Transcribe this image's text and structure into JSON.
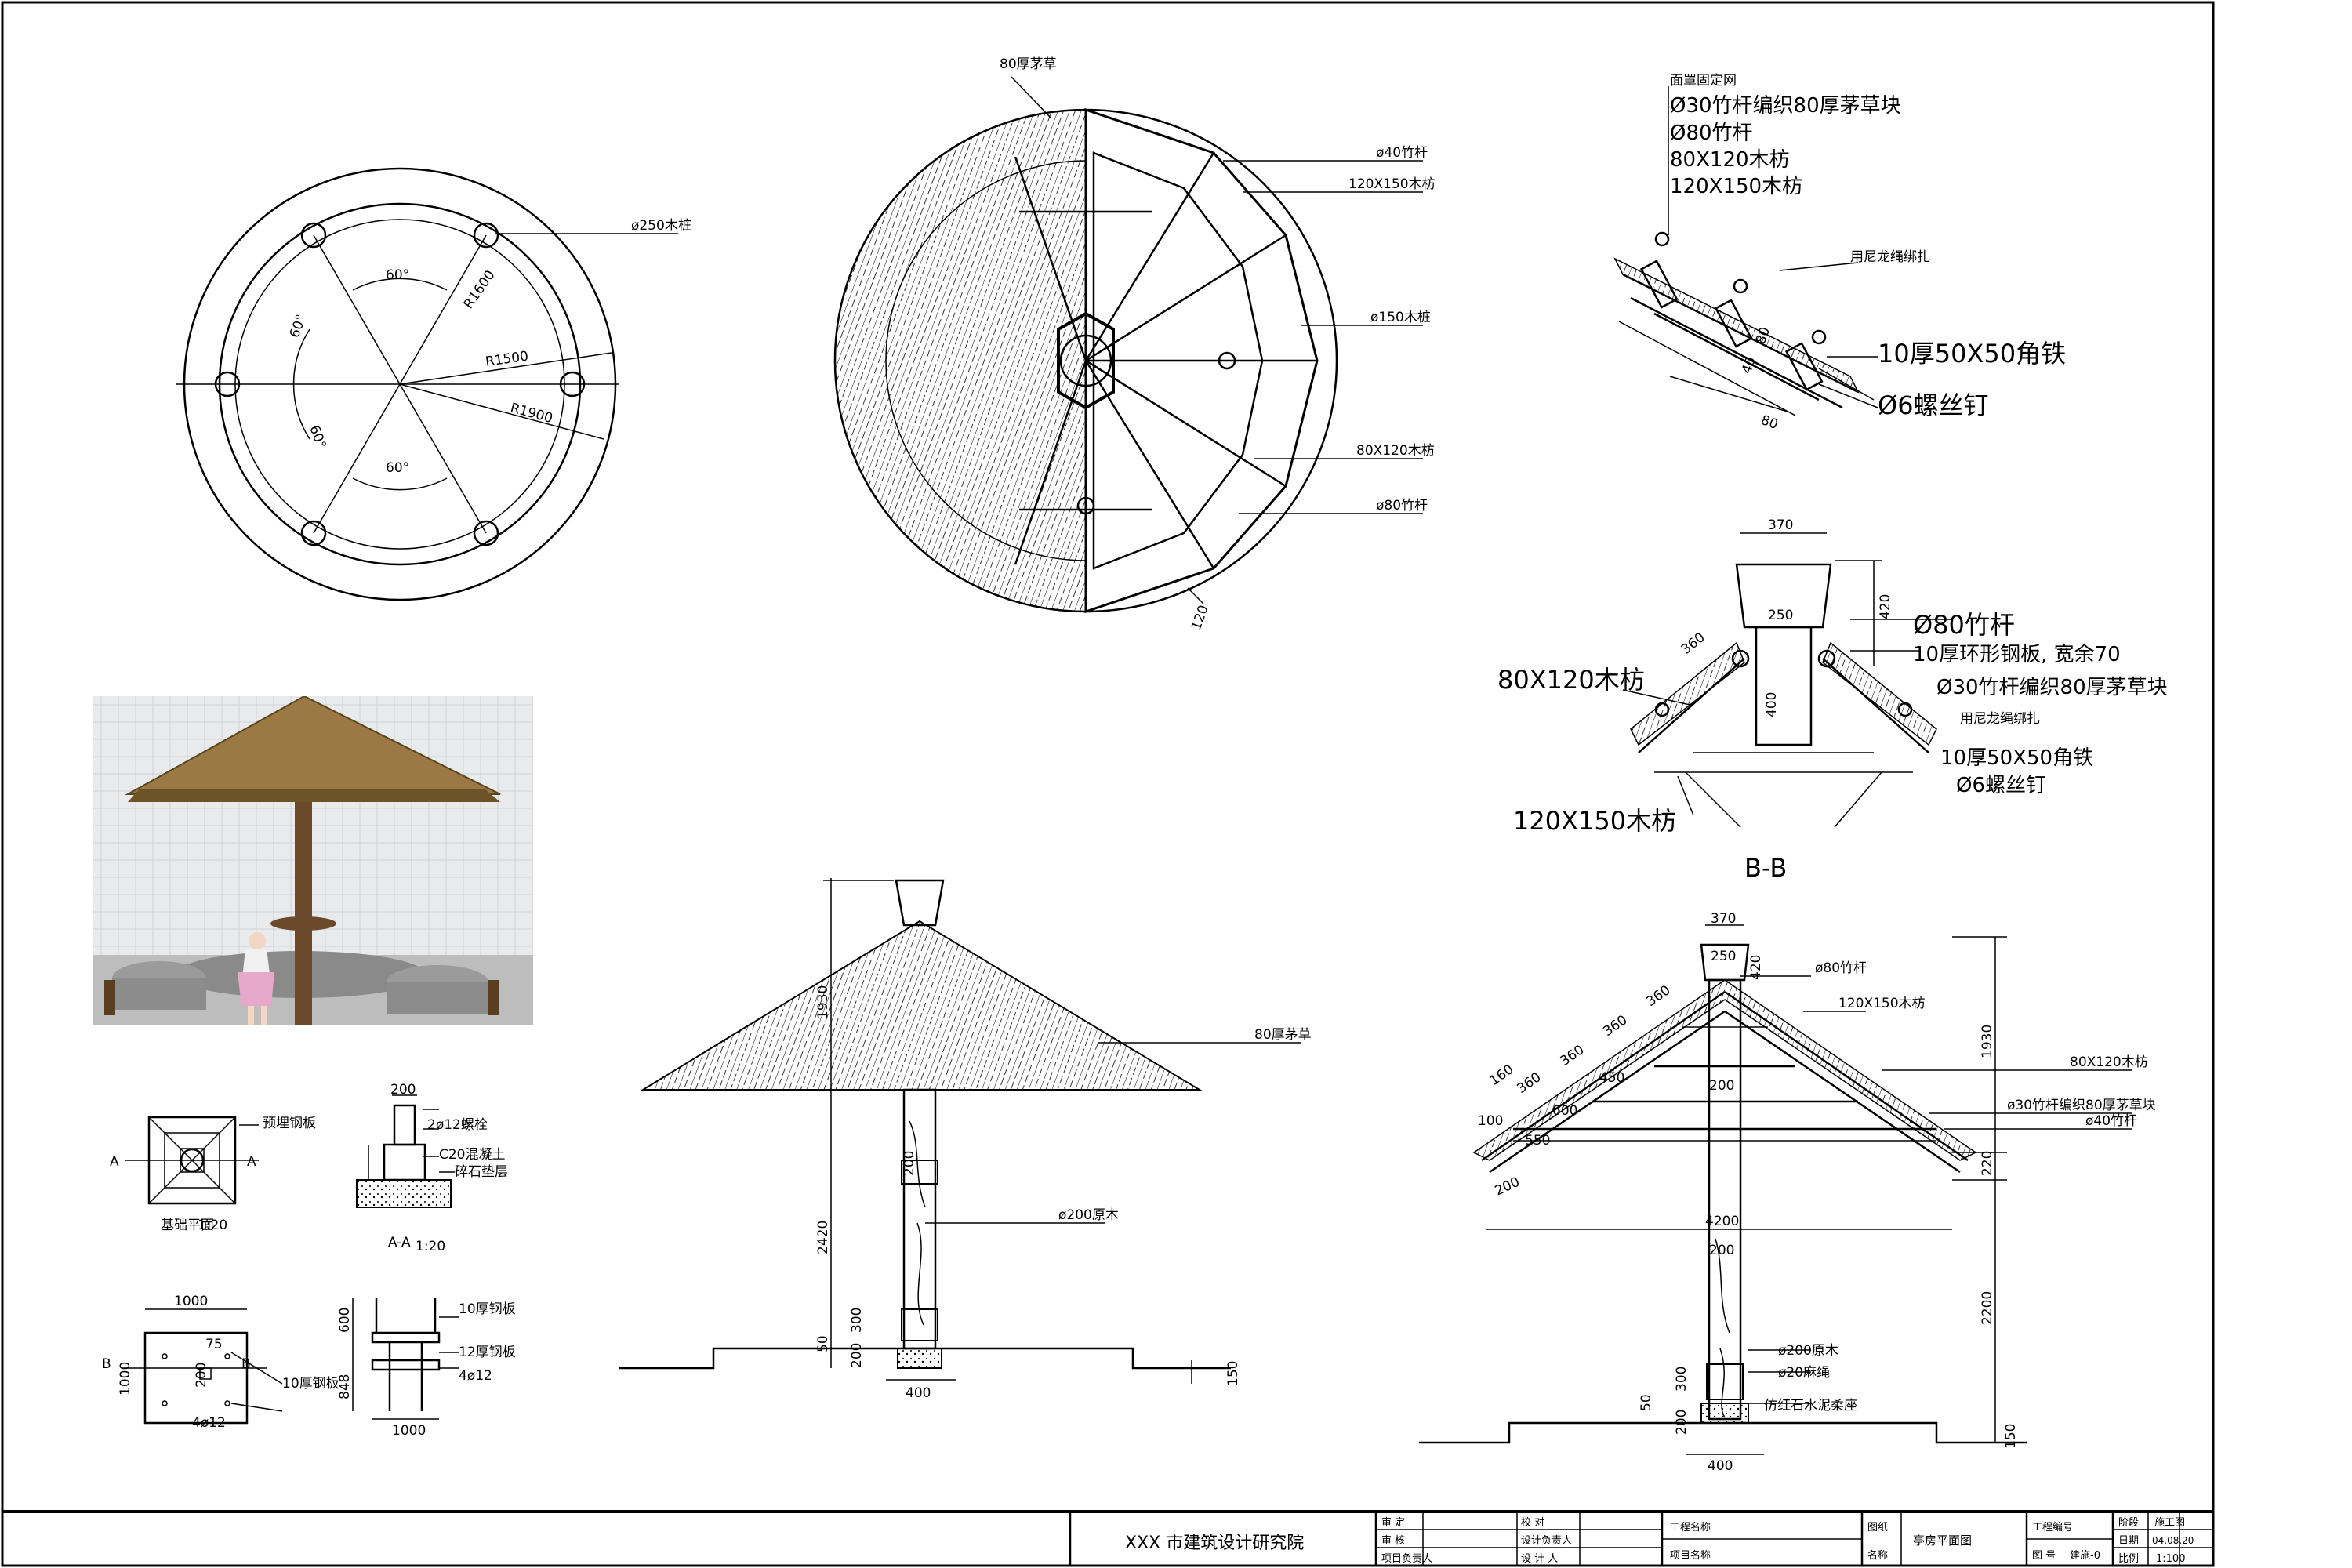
{
  "plan_circle": {
    "post_label": "ø250木桩",
    "r1600": "R1600",
    "r1500": "R1500",
    "r1900": "R1900",
    "angle": "60°"
  },
  "roof_plan": {
    "thatch": "80厚茅草",
    "l1": "ø40竹杆",
    "l2": "120X150木枋",
    "l3": "ø150木桩",
    "l4": "80X120木枋",
    "l5": "ø80竹杆",
    "dim120": "120"
  },
  "detail_a": {
    "l1": "面罩固定网",
    "l2": "Ø30竹杆编织80厚茅草块",
    "l3": "Ø80竹杆",
    "l4": "80X120木枋",
    "l5": "120X150木枋",
    "l6": "用尼龙绳绑扎",
    "l7": "10厚50X50角铁",
    "l8": "Ø6螺丝钉",
    "d40": "40",
    "d80": "80",
    "d80b": "80"
  },
  "section_bb": {
    "title": "B-B",
    "d370": "370",
    "d250": "250",
    "d420": "420",
    "d360": "360",
    "d400": "400",
    "l_left1": "80X120木枋",
    "l_left2": "120X150木枋",
    "l1": "Ø80竹杆",
    "l2": "10厚环形钢板, 宽余70",
    "l3": "Ø30竹杆编织80厚茅草块",
    "l4": "用尼龙绳绑扎",
    "l5": "10厚50X50角铁",
    "l6": "Ø6螺丝钉"
  },
  "elevation": {
    "thatch": "80厚茅草",
    "post": "ø200原木",
    "d1930": "1930",
    "d2420": "2420",
    "d300": "300",
    "d50": "50",
    "d200": "200",
    "d200b": "200",
    "d400": "400",
    "d150": "150"
  },
  "section": {
    "d370": "370",
    "d250": "250",
    "d420": "420",
    "l1": "ø80竹杆",
    "l2": "120X150木枋",
    "l3": "80X120木枋",
    "l4": "ø30竹杆编织80厚茅草块",
    "l5": "ø40竹杆",
    "l6": "ø200原木",
    "l7": "ø20麻绳",
    "l8": "仿红石水泥柔座",
    "d360": "360",
    "d160": "160",
    "d100": "100",
    "d200": "200",
    "d4200": "4200",
    "d1930": "1930",
    "d220": "220",
    "d2200": "2200",
    "d150": "150",
    "d300": "300",
    "d50": "50",
    "d400": "400",
    "d450": "450",
    "d600": "600",
    "d550": "550"
  },
  "foundation": {
    "plan_label": "基础平面",
    "plan_scale": "1:20",
    "section_label": "A-A",
    "section_scale": "1:20",
    "a_mark": "A",
    "b_mark": "B",
    "d200": "200",
    "d1000": "1000",
    "d600": "600",
    "d848": "848",
    "d75": "75",
    "r4012": "4ø12",
    "l_steel": "10厚钢板",
    "l_bolt": "12厚钢板",
    "l_r12": "2ø12螺栓",
    "l_conc": "C20混凝土",
    "l_gravel": "碎石垫层",
    "l_note1": "预埋钢板",
    "l_note2": "10厚钢板"
  },
  "titleblock": {
    "institute": "XXX 市建筑设计研究院",
    "c1r1": "审    定",
    "c1r2": "审    核",
    "c1r3": "项目负责人",
    "c2r1": "校    对",
    "c2r2": "设计负责人",
    "c2r3": "设 计 人",
    "c3r1": "工程名称",
    "c3r2": "项目名称",
    "c4r1": "图纸",
    "c4r2": "名称",
    "c5": "亭房平面图",
    "c6r1": "工程编号",
    "c6r2": "图  号",
    "c6r2v": "建施-0",
    "c7r1": "阶段",
    "c7r2": "日期",
    "c7r3": "比例",
    "c8r1": "施工图",
    "c8r2": "04.08.20",
    "c8r3": "1:100"
  }
}
